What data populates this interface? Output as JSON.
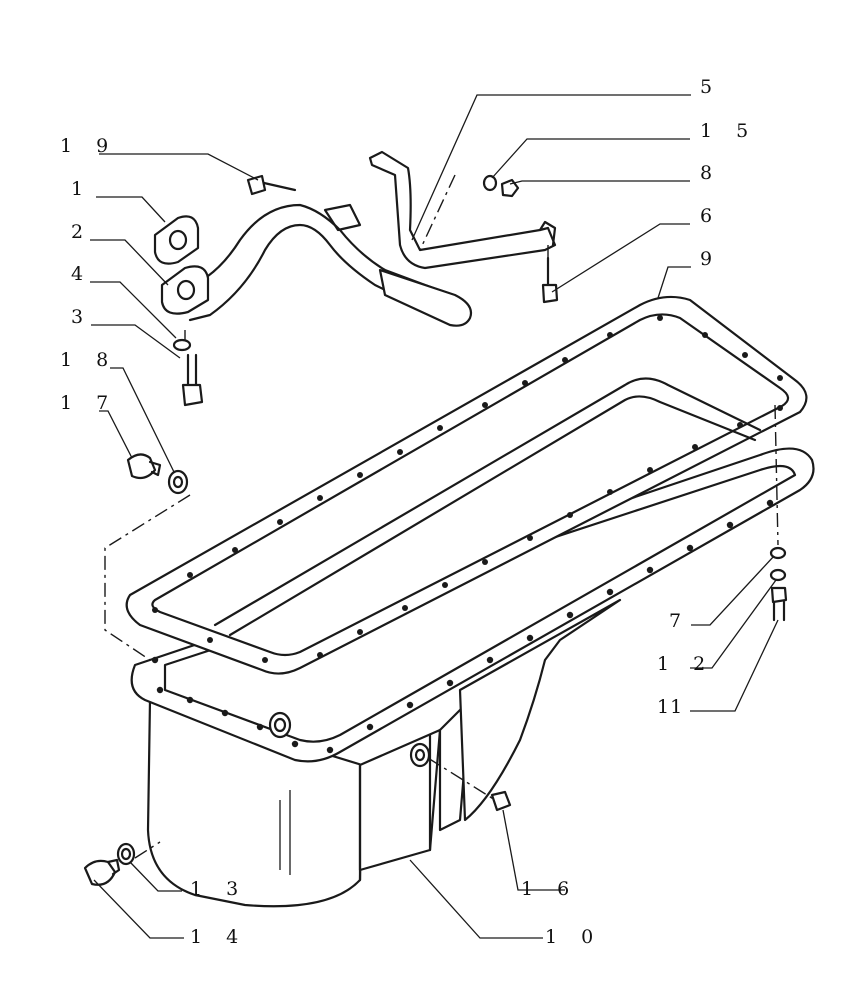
{
  "diagram": {
    "type": "exploded-parts-view",
    "callouts": {
      "c1": "1",
      "c2": "2",
      "c3": "3",
      "c4": "4",
      "c5": "5",
      "c6": "6",
      "c7": "7",
      "c8": "8",
      "c9": "9",
      "c10": "1 0",
      "c11": "11",
      "c12": "1 2",
      "c13": "1 3",
      "c14": "1 4",
      "c15": "1 5",
      "c16": "1 6",
      "c17": "1 7",
      "c18": "1 8",
      "c19": "1 9"
    }
  },
  "colors": {
    "ink": "#1a1a1a",
    "background": "#ffffff"
  }
}
